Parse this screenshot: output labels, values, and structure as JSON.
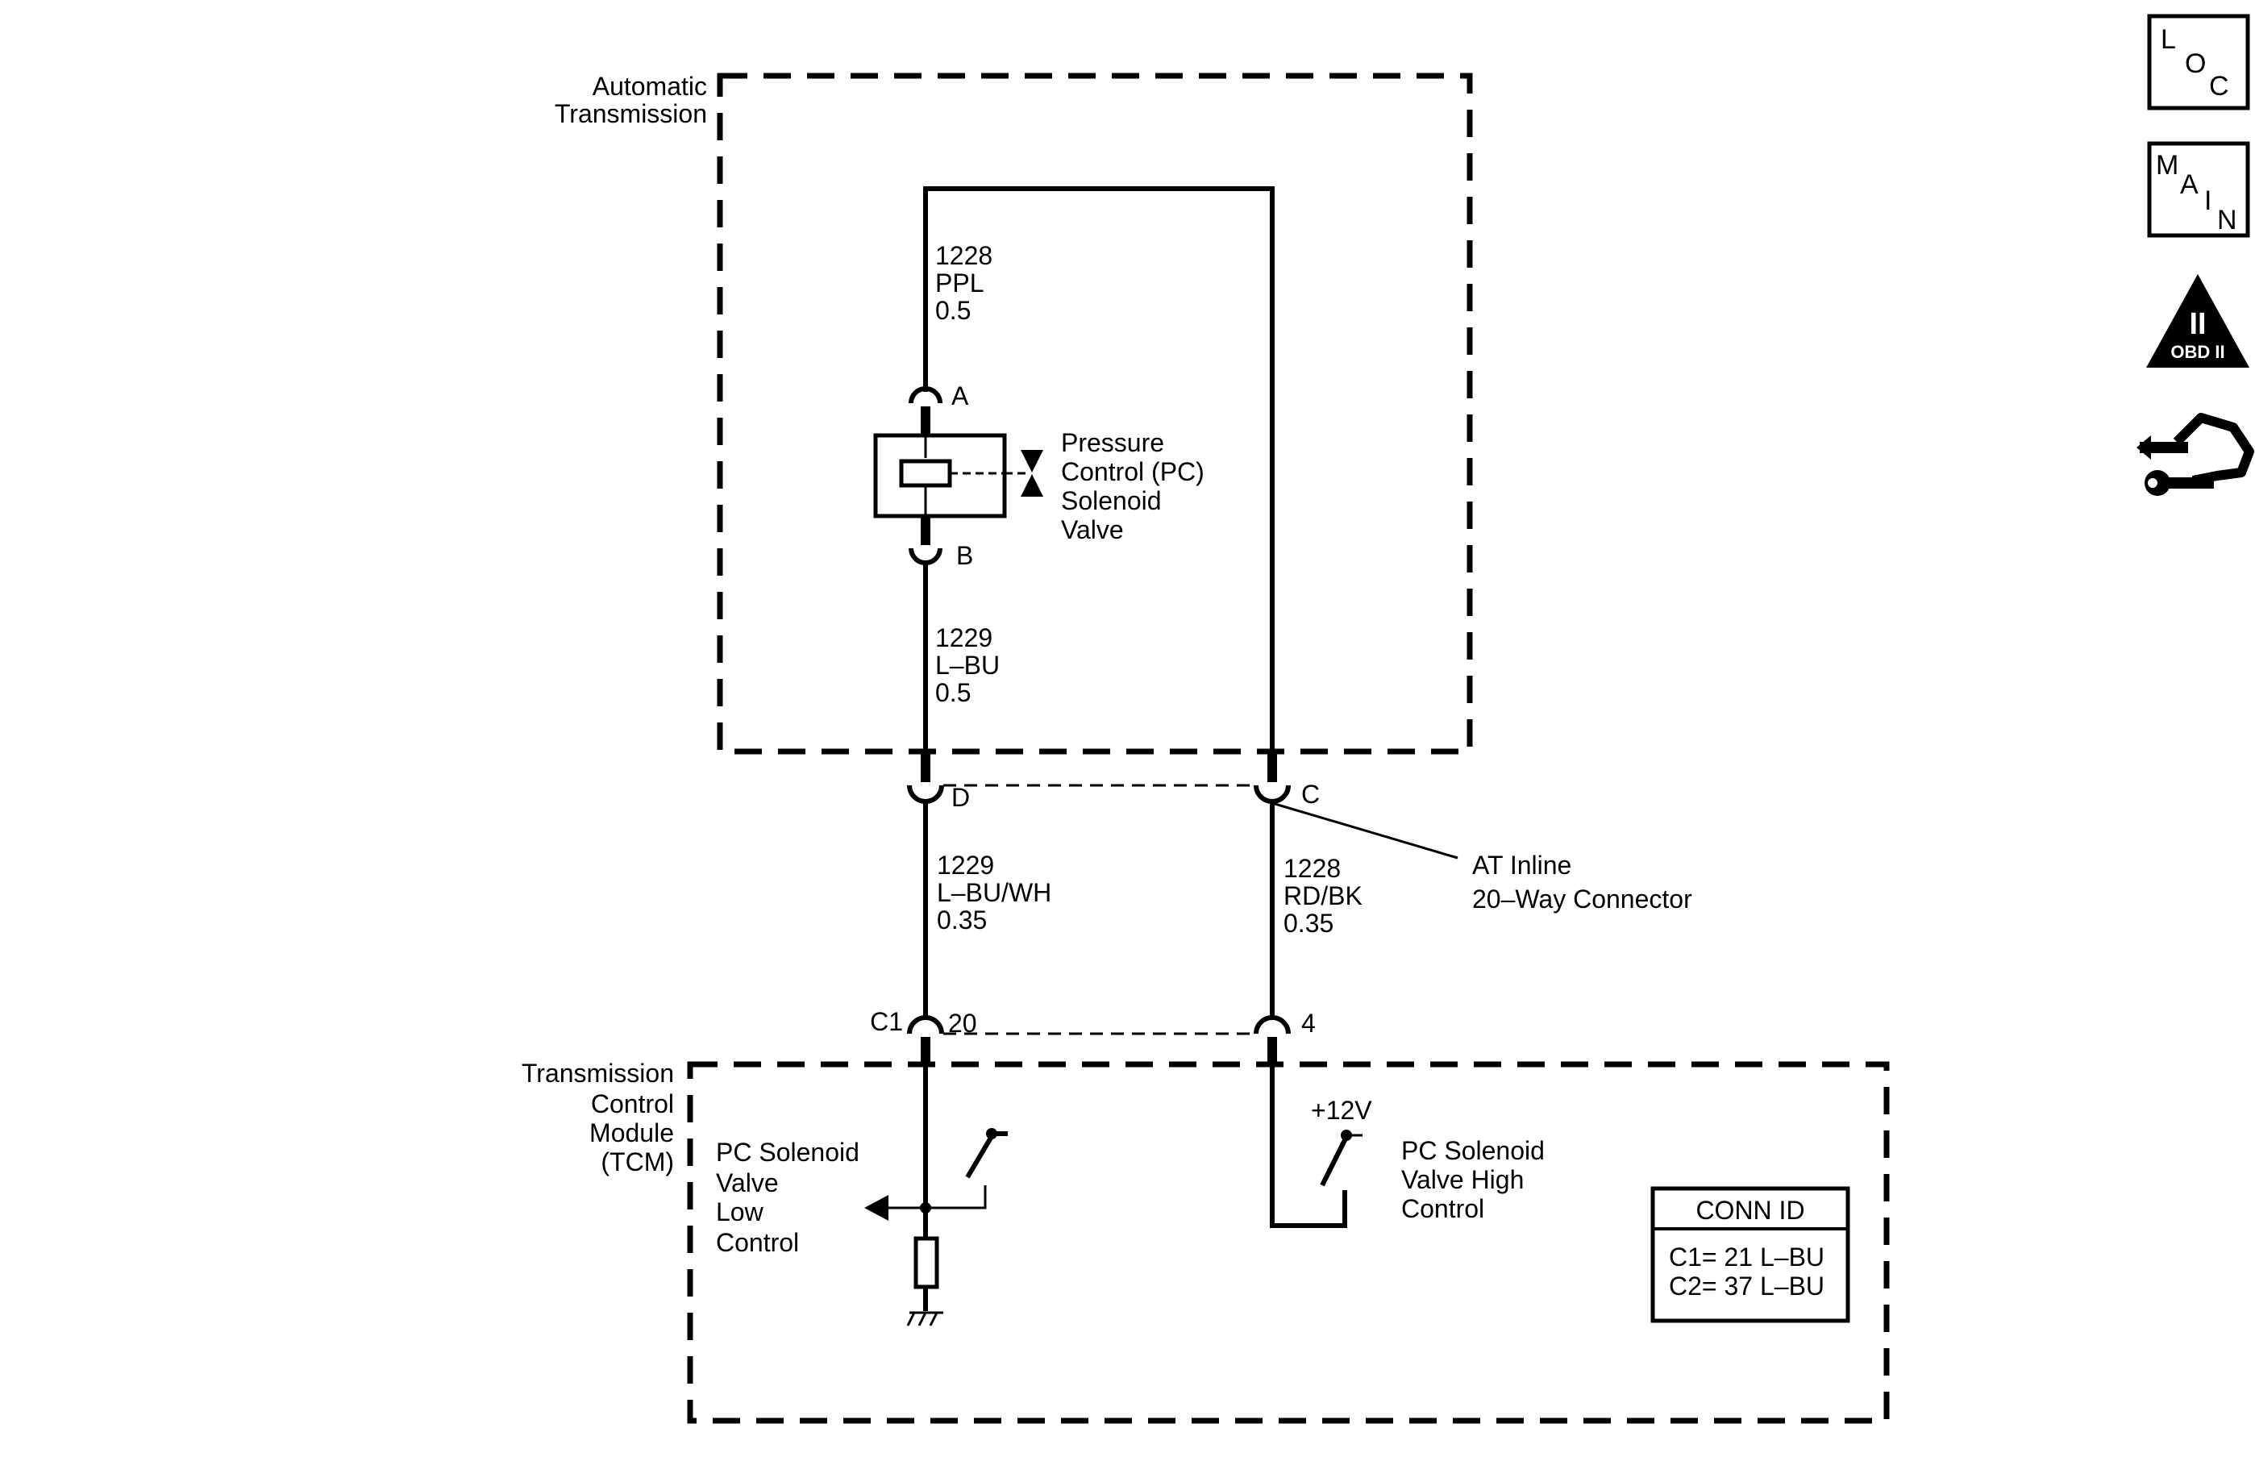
{
  "automatic_transmission": {
    "line1": "Automatic",
    "line2": "Transmission"
  },
  "wires": {
    "top_left": {
      "circuit": "1228",
      "color": "PPL",
      "size": "0.5"
    },
    "mid_left": {
      "circuit": "1229",
      "color": "L–BU",
      "size": "0.5"
    },
    "low_left": {
      "circuit": "1229",
      "color": "L–BU/WH",
      "size": "0.35"
    },
    "low_right": {
      "circuit": "1228",
      "color": "RD/BK",
      "size": "0.35"
    }
  },
  "solenoid": {
    "pin_a": "A",
    "pin_b": "B",
    "lines": [
      "Pressure",
      "Control (PC)",
      "Solenoid",
      "Valve"
    ]
  },
  "inline_connector": {
    "pin_d": "D",
    "pin_c": "C",
    "line1": "AT Inline",
    "line2": "20–Way Connector"
  },
  "tcm_connector": {
    "conn": "C1",
    "pin_left": "20",
    "pin_right": "4"
  },
  "tcm": {
    "lines": [
      "Transmission",
      "Control",
      "Module",
      "(TCM)"
    ],
    "low_control": [
      "PC Solenoid",
      "Valve",
      "Low",
      "Control"
    ],
    "high_control": [
      "PC  Solenoid",
      "Valve High",
      "Control"
    ],
    "supply": "+12V"
  },
  "conn_id": {
    "title": "CONN ID",
    "rows": [
      "C1= 21 L–BU",
      "C2= 37 L–BU"
    ]
  },
  "nav": {
    "loc": {
      "letters": [
        "L",
        "O",
        "C"
      ],
      "icon": "location-icon"
    },
    "main": {
      "letters": [
        "M",
        "A",
        "I",
        "N"
      ],
      "icon": "main-index-icon"
    },
    "obd": {
      "numeral": "II",
      "label": "OBD II",
      "icon": "obd-ii-icon"
    },
    "repair": {
      "icon": "repair-hand-wrench-icon"
    }
  }
}
